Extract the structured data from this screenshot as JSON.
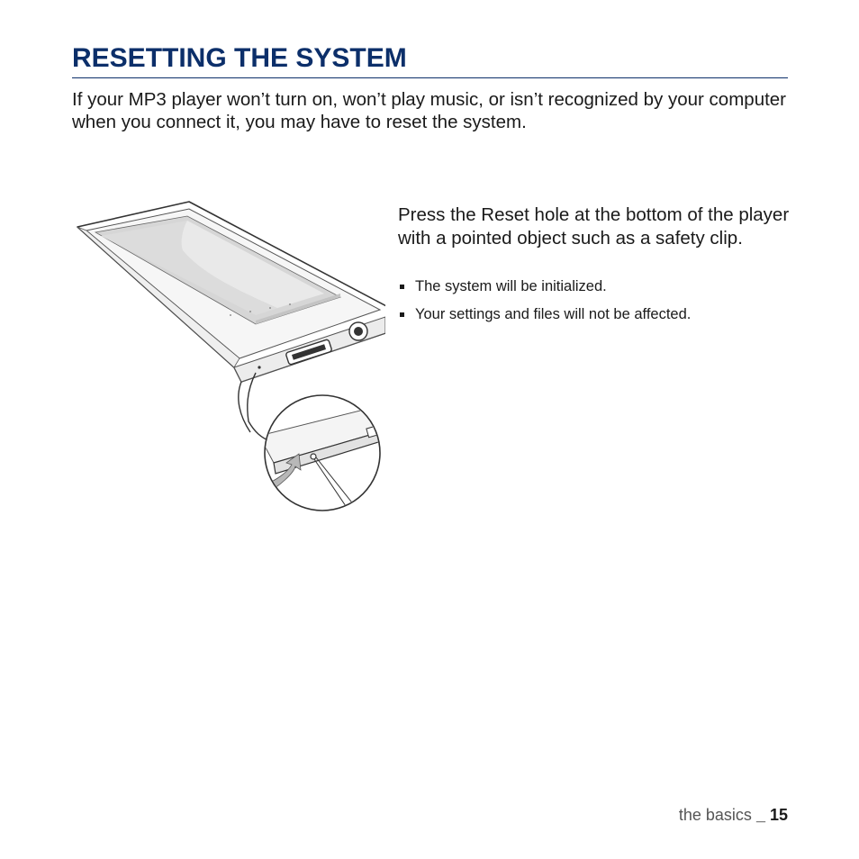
{
  "heading": "RESETTING THE SYSTEM",
  "intro": "If your MP3 player won’t turn on, won’t play music, or isn’t recognized by your computer when you connect it, you may have to reset the system.",
  "instruction": "Press the Reset hole at the bottom of the player with a pointed object such as a safety clip.",
  "bullets": [
    "The system will be initialized.",
    "Your settings and files will not be affected."
  ],
  "footer": {
    "section": "the basics",
    "separator": "_",
    "page_number": "15"
  },
  "colors": {
    "heading": "#0c2f6a",
    "text": "#1a1a1a"
  }
}
